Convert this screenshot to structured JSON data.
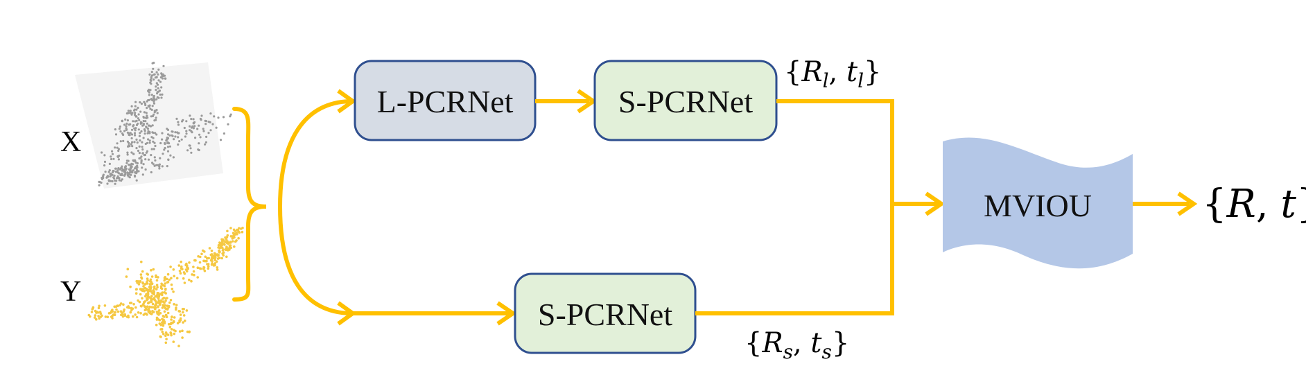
{
  "inputs": {
    "x_label": "X",
    "y_label": "Y"
  },
  "nodes": {
    "l_pcrnet": "L-PCRNet",
    "s_pcrnet_top": "S-PCRNet",
    "s_pcrnet_bottom": "S-PCRNet",
    "mviou": "MVIOU"
  },
  "outputs": {
    "top": {
      "open": "{",
      "r": "R",
      "r_sub": "l",
      "sep": ", ",
      "t": "t",
      "t_sub": "l",
      "close": "}"
    },
    "bottom": {
      "open": "{",
      "r": "R",
      "r_sub": "s",
      "sep": ", ",
      "t": "t",
      "t_sub": "s",
      "close": "}"
    },
    "final": {
      "open": "{",
      "r": "R",
      "sep": ", ",
      "t": "t",
      "close": "}"
    }
  },
  "colors": {
    "arrow": "#FFC000",
    "l_box_fill": "#D6DCE5",
    "s_box_fill": "#E2F0D9",
    "box_stroke": "#2F4F8F",
    "mviou_fill": "#B4C7E7",
    "cloud_x": "#9a9a9a",
    "cloud_y": "#F5C842"
  }
}
